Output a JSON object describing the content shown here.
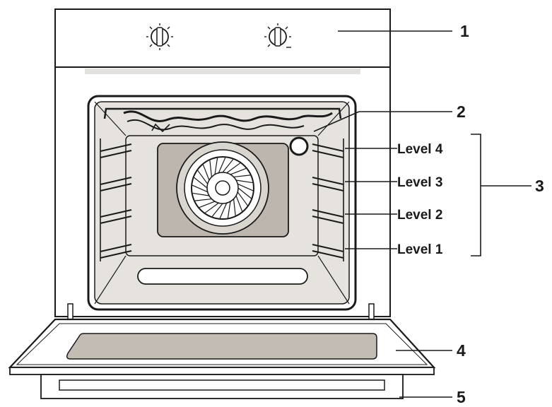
{
  "callouts": {
    "c1": "1",
    "c2": "2",
    "c3": "3",
    "c4": "4",
    "c5": "5"
  },
  "levels": [
    "Level 4",
    "Level 3",
    "Level 2",
    "Level 1"
  ],
  "colors": {
    "outline": "#1a1a1a",
    "cavity_panel": "#e6e3de",
    "fan_cover": "#bdb6ae",
    "glass": "#c2bcb5",
    "background": "#ffffff"
  }
}
